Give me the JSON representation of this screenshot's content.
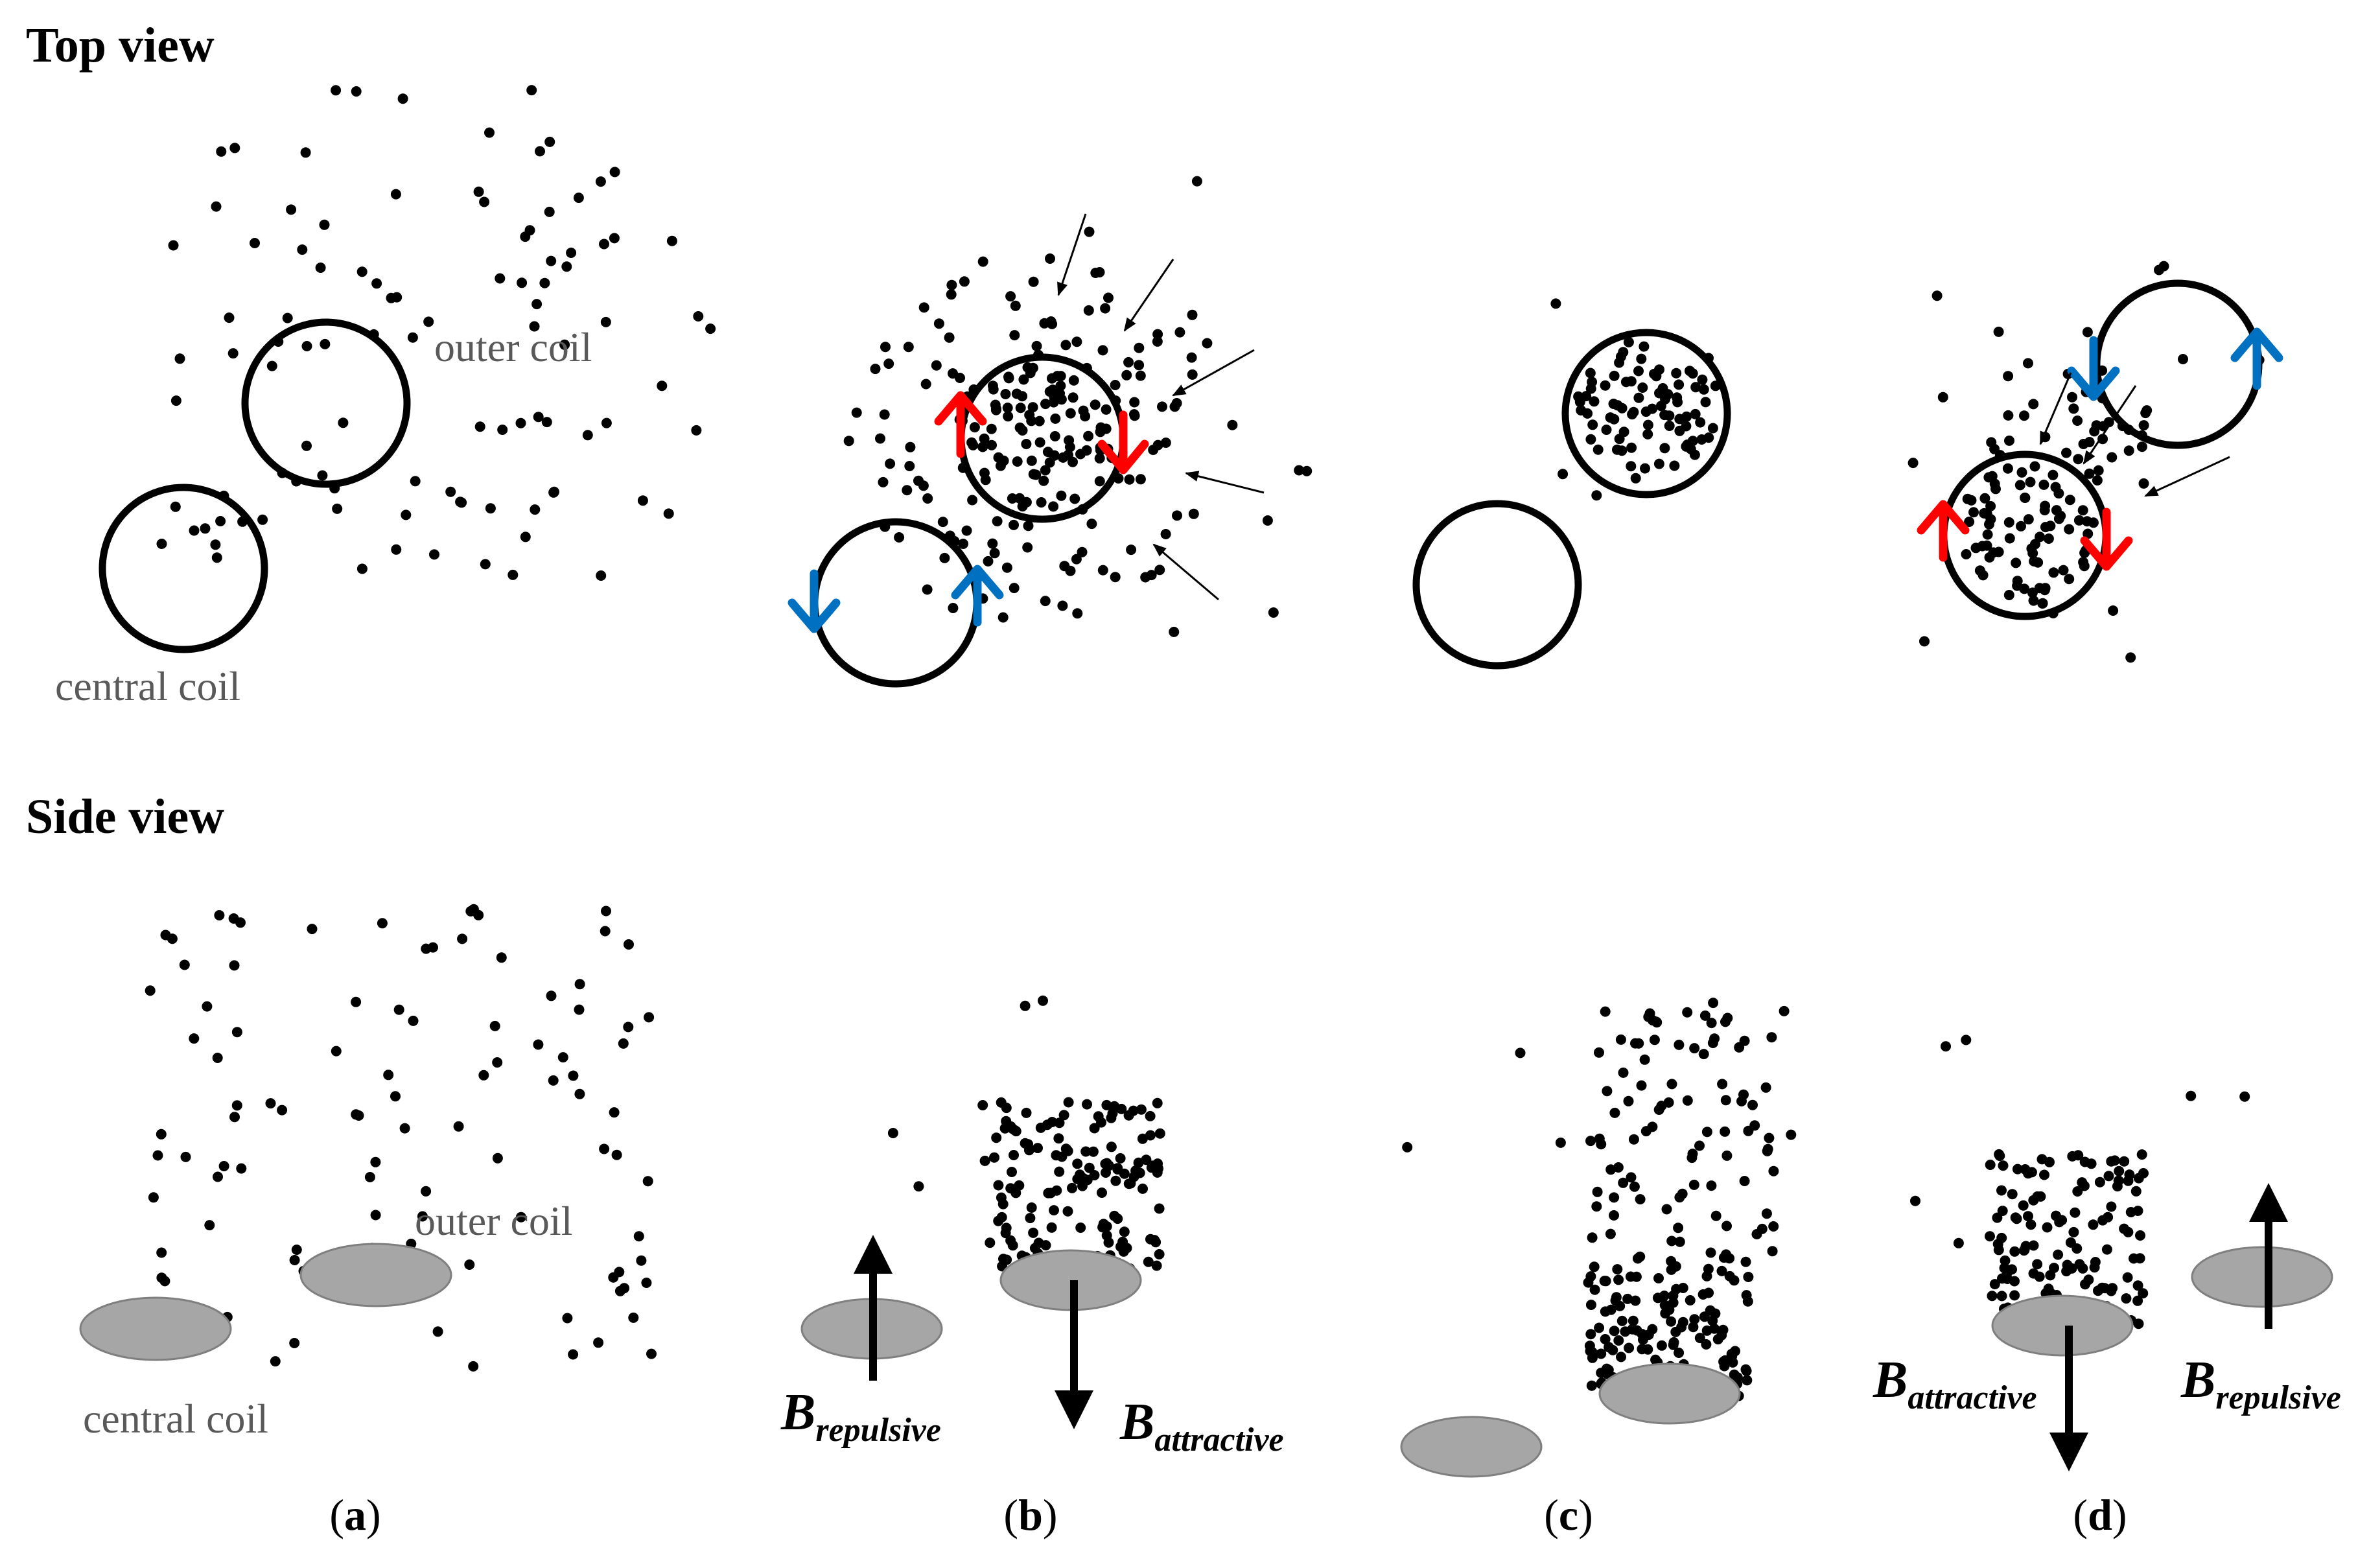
{
  "headers": {
    "top": "Top view",
    "side": "Side view"
  },
  "labels": {
    "outer_coil": "outer coil",
    "central_coil": "central coil",
    "outer_coil_side": "outer coil",
    "central_coil_side": "central coil"
  },
  "captions": [
    {
      "open": "(",
      "letter": "a",
      "close": ")"
    },
    {
      "open": "(",
      "letter": "b",
      "close": ")"
    },
    {
      "open": "(",
      "letter": "c",
      "close": ")"
    },
    {
      "open": "(",
      "letter": "d",
      "close": ")"
    }
  ],
  "field_labels": {
    "b_repulsive": {
      "main": "B",
      "sub": "repulsive"
    },
    "b_attractive": {
      "main": "B",
      "sub": "attractive"
    }
  },
  "colors": {
    "coil_stroke": "#000000",
    "coil_fill_side": "#a6a6a6",
    "current_red": "#ff0000",
    "current_blue": "#0070c0",
    "particle": "#000000",
    "label_gray": "#595959"
  }
}
